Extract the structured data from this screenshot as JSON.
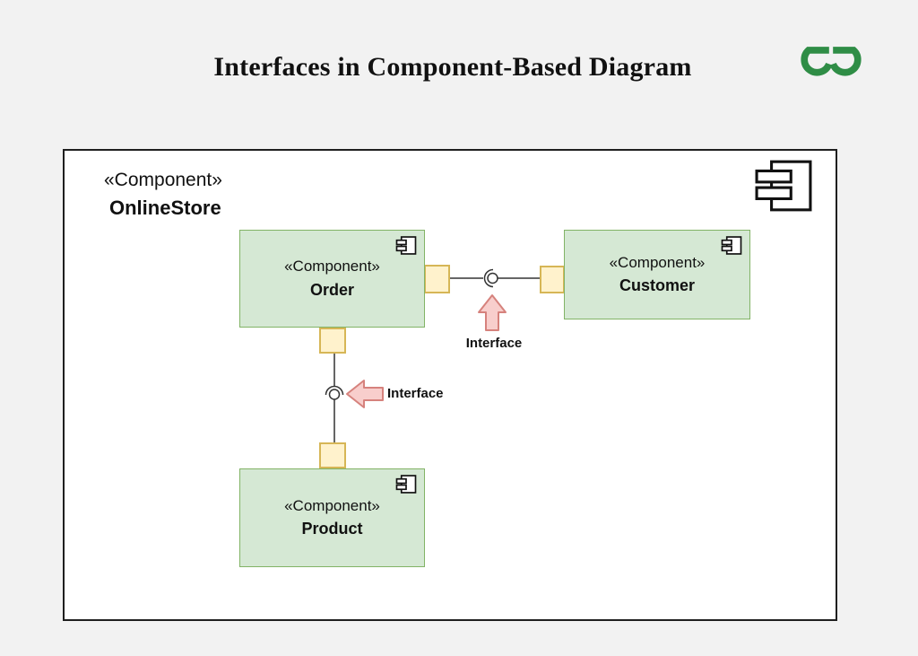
{
  "page": {
    "title": "Interfaces in Component-Based Diagram",
    "background_color": "#f2f2f2"
  },
  "logo": {
    "name": "geeksforgeeks-logo",
    "color": "#2f8d46"
  },
  "diagram": {
    "container": {
      "stereotype": "«Component»",
      "name": "OnlineStore"
    },
    "components": [
      {
        "stereotype": "«Component»",
        "name": "Order"
      },
      {
        "stereotype": "«Component»",
        "name": "Customer"
      },
      {
        "stereotype": "«Component»",
        "name": "Product"
      }
    ],
    "interface_labels": [
      {
        "text": "Interface"
      },
      {
        "text": "Interface"
      }
    ],
    "colors": {
      "component_fill": "#d5e8d4",
      "component_stroke": "#82b366",
      "port_fill": "#fff2cc",
      "port_stroke": "#d6b656",
      "arrow_fill": "#f8cecc",
      "arrow_stroke": "#d6827d",
      "line": "#333333",
      "background": "#f2f2f2"
    }
  }
}
